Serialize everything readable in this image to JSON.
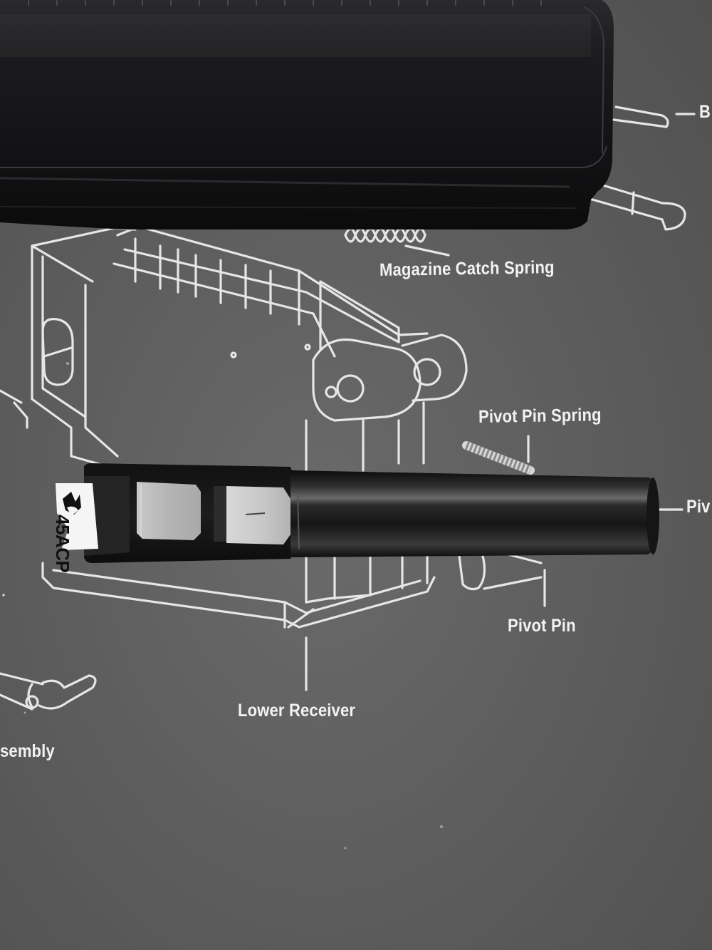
{
  "mat": {
    "labels": {
      "magazine_catch_spring": "Magazine Catch Spring",
      "pivot_pin_spring": "Pivot Pin Spring",
      "pivot_pin": "Pivot Pin",
      "lower_receiver": "Lower Receiver",
      "assembly_partial": "sembly",
      "b_partial": "B",
      "piv_partial": "Piv"
    }
  },
  "barrel": {
    "caliber_marking": "45ACP"
  },
  "colors": {
    "mat": "#5e5e5e",
    "line_art": "#e8e8e8",
    "steel_dark": "#1a1a1a",
    "steel_light": "#bdbdbd"
  }
}
